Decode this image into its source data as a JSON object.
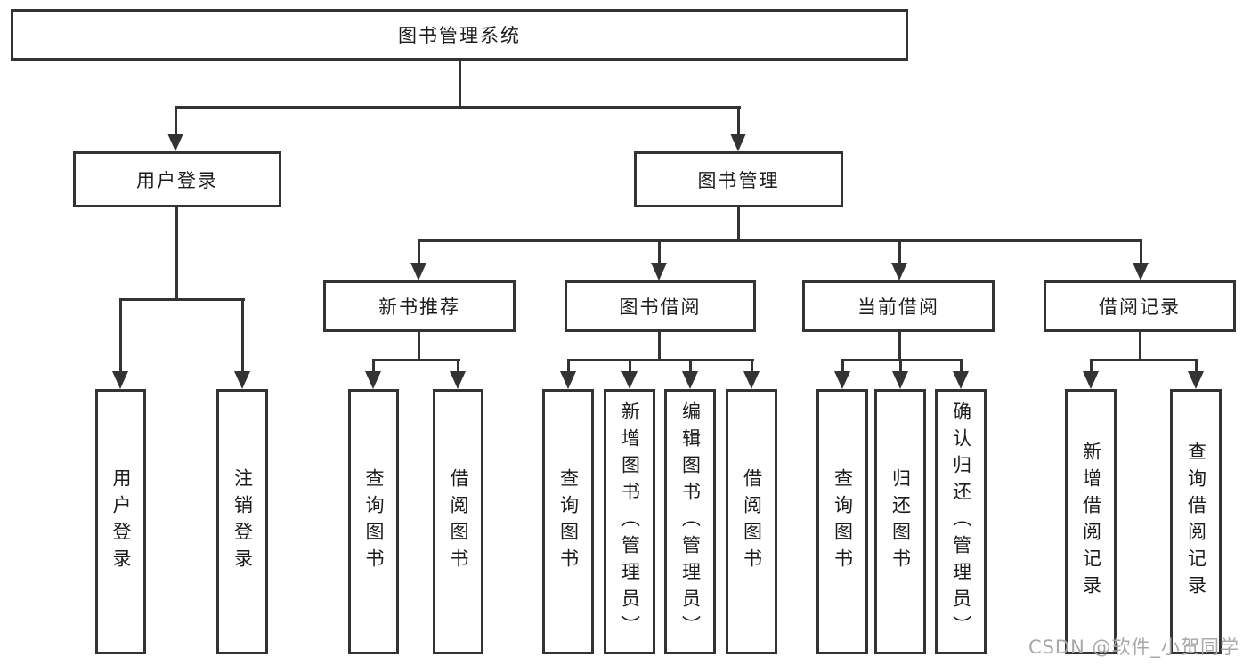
{
  "diagram": {
    "root": {
      "label": "图书管理系统"
    },
    "level2": [
      {
        "id": "user-login",
        "label": "用户登录"
      },
      {
        "id": "book-management",
        "label": "图书管理"
      }
    ],
    "level3": [
      {
        "id": "new-book-recommend",
        "label": "新书推荐",
        "parent": "图书管理"
      },
      {
        "id": "book-borrow",
        "label": "图书借阅",
        "parent": "图书管理"
      },
      {
        "id": "current-borrow",
        "label": "当前借阅",
        "parent": "图书管理"
      },
      {
        "id": "borrow-records",
        "label": "借阅记录",
        "parent": "图书管理"
      }
    ],
    "leaves": [
      {
        "id": "user-login-action",
        "label": "用户登录",
        "parent": "用户登录"
      },
      {
        "id": "logout-action",
        "label": "注销登录",
        "parent": "用户登录"
      },
      {
        "id": "query-books-recommend",
        "label": "查询图书",
        "parent": "新书推荐"
      },
      {
        "id": "borrow-books-recommend",
        "label": "借阅图书",
        "parent": "新书推荐"
      },
      {
        "id": "query-books-borrow",
        "label": "查询图书",
        "parent": "图书借阅"
      },
      {
        "id": "add-books-admin",
        "label": "新增图书（管理员）",
        "parent": "图书借阅"
      },
      {
        "id": "edit-books-admin",
        "label": "编辑图书（管理员）",
        "parent": "图书借阅"
      },
      {
        "id": "borrow-books",
        "label": "借阅图书",
        "parent": "图书借阅"
      },
      {
        "id": "query-books-current",
        "label": "查询图书",
        "parent": "当前借阅"
      },
      {
        "id": "return-books",
        "label": "归还图书",
        "parent": "当前借阅"
      },
      {
        "id": "confirm-return-admin",
        "label": "确认归还（管理员）",
        "parent": "当前借阅"
      },
      {
        "id": "add-borrow-record",
        "label": "新增借阅记录",
        "parent": "借阅记录"
      },
      {
        "id": "query-borrow-record",
        "label": "查询借阅记录",
        "parent": "借阅记录"
      }
    ]
  },
  "watermark": {
    "text": "CSDN @软件_小贺同学"
  },
  "colors": {
    "line": "#333333",
    "text": "#1c1c1c",
    "background": "#ffffff",
    "watermark": "#a8a8a8"
  }
}
